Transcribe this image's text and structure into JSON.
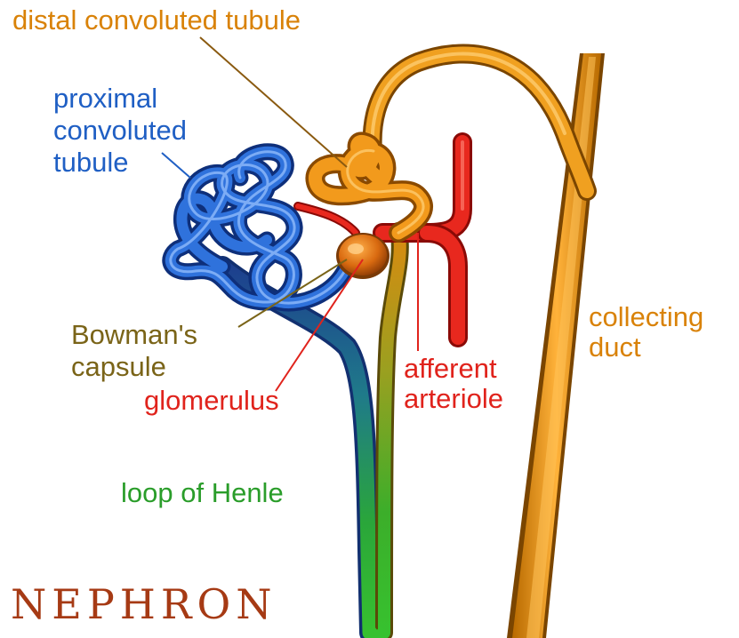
{
  "labels": {
    "distal": "distal convoluted tubule",
    "proximal_1": "proximal",
    "proximal_2": "convoluted",
    "proximal_3": "tubule",
    "bowman_1": "Bowman's",
    "bowman_2": "capsule",
    "glomerulus": "glomerulus",
    "afferent_1": "afferent",
    "afferent_2": "arteriole",
    "collecting_1": "collecting",
    "collecting_2": "duct",
    "henle": "loop of Henle",
    "title": "NEPHRON"
  },
  "colors": {
    "distal": "#d98208",
    "proximal": "#1f5fc4",
    "bowman": "#7a6418",
    "glomerulus": "#e0231c",
    "afferent": "#e0231c",
    "collecting": "#d98208",
    "henle": "#2a9d2a",
    "title": "#a63a14"
  }
}
